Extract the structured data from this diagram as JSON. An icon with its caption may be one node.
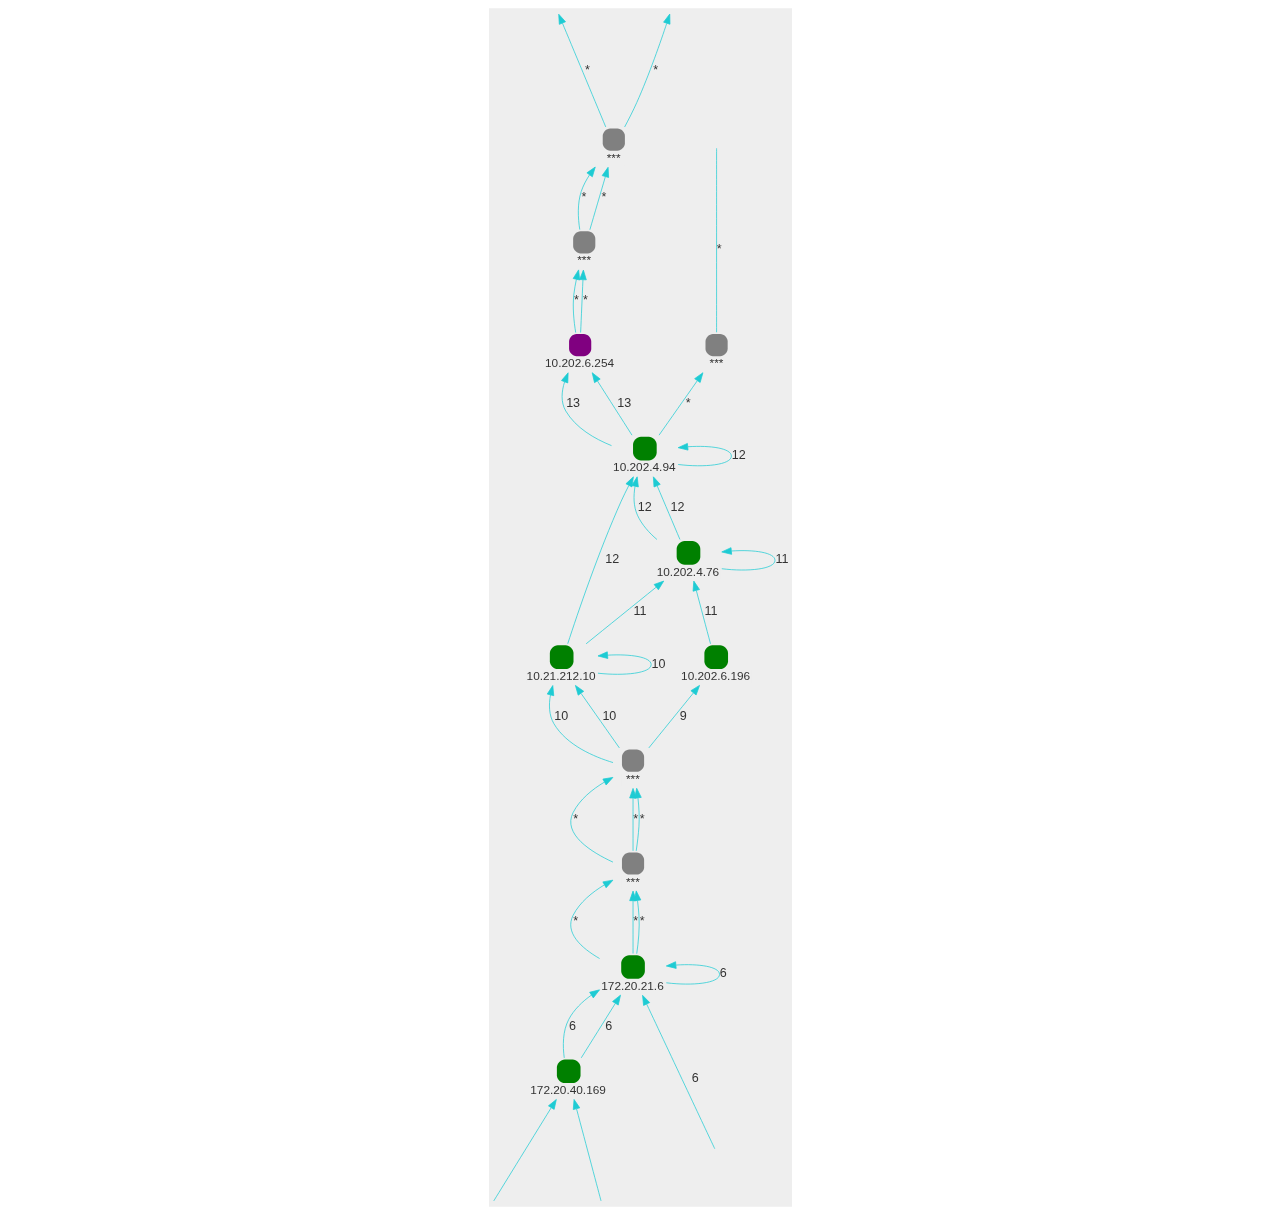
{
  "diagram": {
    "nodes": [
      {
        "text": [
          "***"
        ]
      },
      {
        "text": [
          "***"
        ]
      },
      {
        "text": [
          "10.202.6.254"
        ]
      },
      {
        "text": [
          "10.202.4.94"
        ]
      },
      {
        "text": [
          "***"
        ]
      },
      {
        "text": [
          "10.21.212.10"
        ]
      },
      {
        "text": [
          "10.202.4.76"
        ]
      },
      {
        "text": [
          "***"
        ]
      },
      {
        "text": [
          "10.202.6.196"
        ]
      },
      {
        "text": [
          "***"
        ]
      },
      {
        "text": [
          "172.20.21.6"
        ]
      },
      {
        "text": [
          "172.20.40.169"
        ]
      }
    ],
    "edges": [
      {
        "from": 0,
        "to": null,
        "arrow": "to",
        "label": "*"
      },
      {
        "from": 0,
        "to": null,
        "arrow": "to",
        "label": "*"
      },
      {
        "from": 1,
        "to": 0,
        "arrow": "to",
        "label": "*"
      },
      {
        "from": 1,
        "to": 0,
        "arrow": "to",
        "label": "*"
      },
      {
        "from": 2,
        "to": 1,
        "arrow": "to",
        "label": "*"
      },
      {
        "from": 2,
        "to": 1,
        "arrow": "to",
        "label": "*"
      },
      {
        "from": 3,
        "to": 2,
        "arrow": "to",
        "label": "13"
      },
      {
        "from": 3,
        "to": 2,
        "arrow": "to",
        "label": "13"
      },
      {
        "from": 3,
        "to": 3,
        "arrow": "to",
        "label": "12"
      },
      {
        "from": 3,
        "to": 4,
        "arrow": "to",
        "label": "*"
      },
      {
        "from": 4,
        "to": null,
        "arrow": "none",
        "label": "*"
      },
      {
        "from": 5,
        "to": 3,
        "arrow": "to",
        "label": "12"
      },
      {
        "from": 5,
        "to": 5,
        "arrow": "to",
        "label": "10"
      },
      {
        "from": 6,
        "to": 3,
        "arrow": "to",
        "label": "12"
      },
      {
        "from": 6,
        "to": 3,
        "arrow": "to",
        "label": "12"
      },
      {
        "from": 5,
        "to": 6,
        "arrow": "to",
        "label": "11"
      },
      {
        "from": 6,
        "to": 6,
        "arrow": "to",
        "label": "11"
      },
      {
        "from": 7,
        "to": 5,
        "arrow": "to",
        "label": "10"
      },
      {
        "from": 7,
        "to": 5,
        "arrow": "to",
        "label": "10"
      },
      {
        "from": 7,
        "to": 8,
        "arrow": "to",
        "label": "9"
      },
      {
        "from": 8,
        "to": 6,
        "arrow": "to",
        "label": "11"
      },
      {
        "from": 9,
        "to": 7,
        "arrow": "to",
        "label": "*"
      },
      {
        "from": 9,
        "to": 7,
        "arrow": "to",
        "label": "*"
      },
      {
        "from": 9,
        "to": 7,
        "arrow": "to",
        "label": "*"
      },
      {
        "from": 10,
        "to": 9,
        "arrow": "to",
        "label": "*"
      },
      {
        "from": 10,
        "to": 9,
        "arrow": "to",
        "label": "*"
      },
      {
        "from": 10,
        "to": 9,
        "arrow": "to",
        "label": "*"
      },
      {
        "from": 10,
        "to": 10,
        "arrow": "to",
        "label": "6"
      },
      {
        "from": 11,
        "to": 10,
        "arrow": "to",
        "label": "6"
      },
      {
        "from": 11,
        "to": 10,
        "arrow": "to",
        "label": "6"
      },
      {
        "from": null,
        "to": 10,
        "arrow": "to",
        "label": "6"
      },
      {
        "from": null,
        "to": 11,
        "arrow": "to"
      },
      {
        "from": null,
        "to": 11,
        "arrow": "to"
      }
    ]
  }
}
